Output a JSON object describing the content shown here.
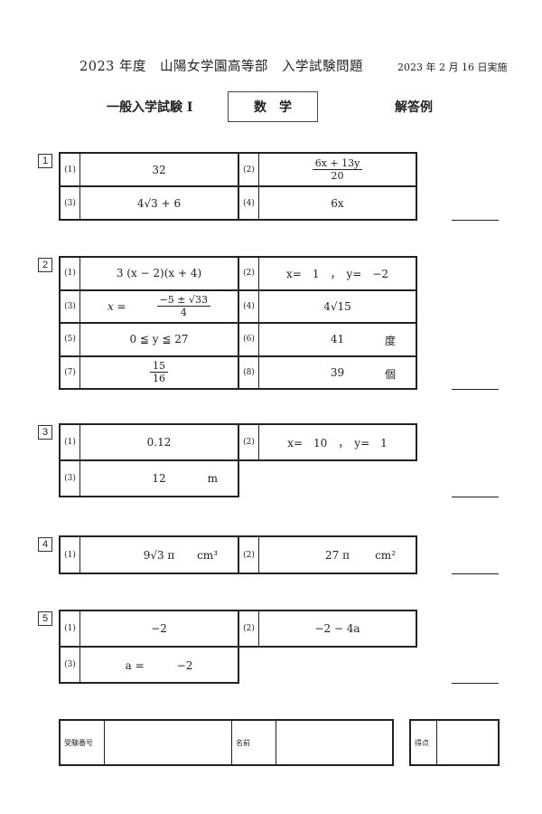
{
  "header": {
    "title": "2023 年度　山陽女学園高等部　入学試験問題",
    "date": "2023 年 2 月 16 日実施",
    "exam": "一般入学試験 I",
    "subject": "数学",
    "answer_key": "解答例"
  },
  "sections": [
    {
      "num": "1",
      "items": [
        {
          "label": "(1)",
          "answer": "32"
        },
        {
          "label": "(2)",
          "num": "6x + 13y",
          "den": "20"
        },
        {
          "label": "(3)",
          "answer": "4√3 + 6"
        },
        {
          "label": "(4)",
          "answer": "6x"
        }
      ]
    },
    {
      "num": "2",
      "items": [
        {
          "label": "(1)",
          "answer": "3 (x − 2)(x + 4)"
        },
        {
          "label": "(2)",
          "answer": "x=　1　，　y=　−2"
        },
        {
          "label": "(3)",
          "prefix": "x =",
          "num": "−5 ± √33",
          "den": "4"
        },
        {
          "label": "(4)",
          "answer": "4√15"
        },
        {
          "label": "(5)",
          "answer": "0 ≦ y ≦ 27"
        },
        {
          "label": "(6)",
          "answer": "41",
          "unit": "度"
        },
        {
          "label": "(7)",
          "num": "15",
          "den": "16"
        },
        {
          "label": "(8)",
          "answer": "39",
          "unit": "個"
        }
      ]
    },
    {
      "num": "3",
      "items": [
        {
          "label": "(1)",
          "answer": "0.12"
        },
        {
          "label": "(2)",
          "answer": "x=　10　，　y=　1"
        },
        {
          "label": "(3)",
          "answer": "12",
          "unit": "m"
        }
      ]
    },
    {
      "num": "4",
      "items": [
        {
          "label": "(1)",
          "answer": "9√3 π",
          "unit": "cm³"
        },
        {
          "label": "(2)",
          "answer": "27 π",
          "unit": "cm²"
        }
      ]
    },
    {
      "num": "5",
      "items": [
        {
          "label": "(1)",
          "answer": "−2"
        },
        {
          "label": "(2)",
          "answer": "−2 − 4a"
        },
        {
          "label": "(3)",
          "answer": "a =　　　−2"
        }
      ]
    }
  ],
  "footer": {
    "exam_number_label": "受験番号",
    "name_label": "名前",
    "score_label": "得点"
  }
}
